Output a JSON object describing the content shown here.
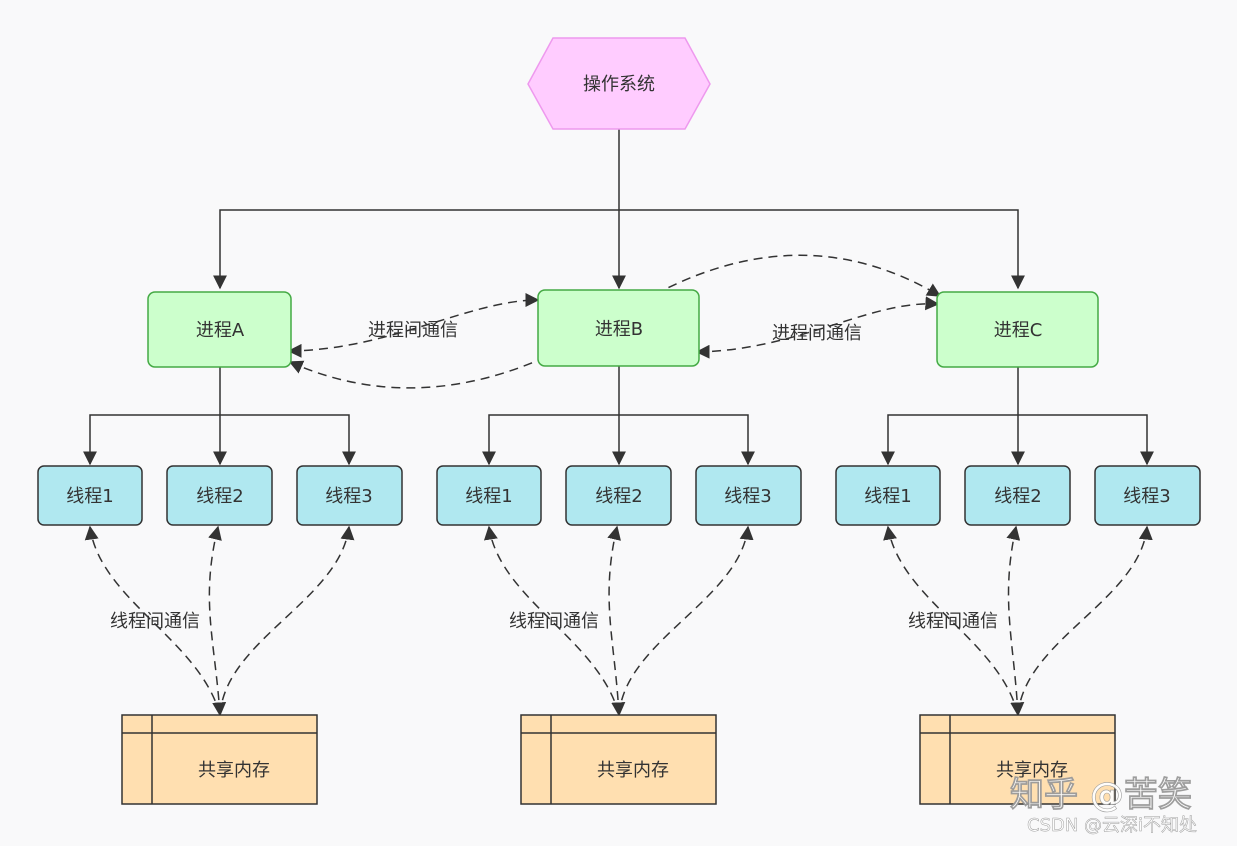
{
  "colors": {
    "os_fill": "#ffccff",
    "os_stroke": "#ee99ee",
    "process_fill": "#ccffcc",
    "process_stroke": "#44aa44",
    "thread_fill": "#b0e8f0",
    "thread_stroke": "#333333",
    "memory_fill": "#ffdfb0",
    "memory_stroke": "#333333",
    "edge": "#333333",
    "background": "#f9f9fa"
  },
  "os": {
    "label": "操作系统"
  },
  "ipc_label": "进程间通信",
  "itc_label": "线程间通信",
  "processes": [
    {
      "label": "进程A",
      "threads": [
        "线程1",
        "线程2",
        "线程3"
      ],
      "memory": "共享内存"
    },
    {
      "label": "进程B",
      "threads": [
        "线程1",
        "线程2",
        "线程3"
      ],
      "memory": "共享内存"
    },
    {
      "label": "进程C",
      "threads": [
        "线程1",
        "线程2",
        "线程3"
      ],
      "memory": "共享内存"
    }
  ],
  "watermark": {
    "main": "知乎 @苦笑",
    "sub": "CSDN @云深i不知处"
  }
}
